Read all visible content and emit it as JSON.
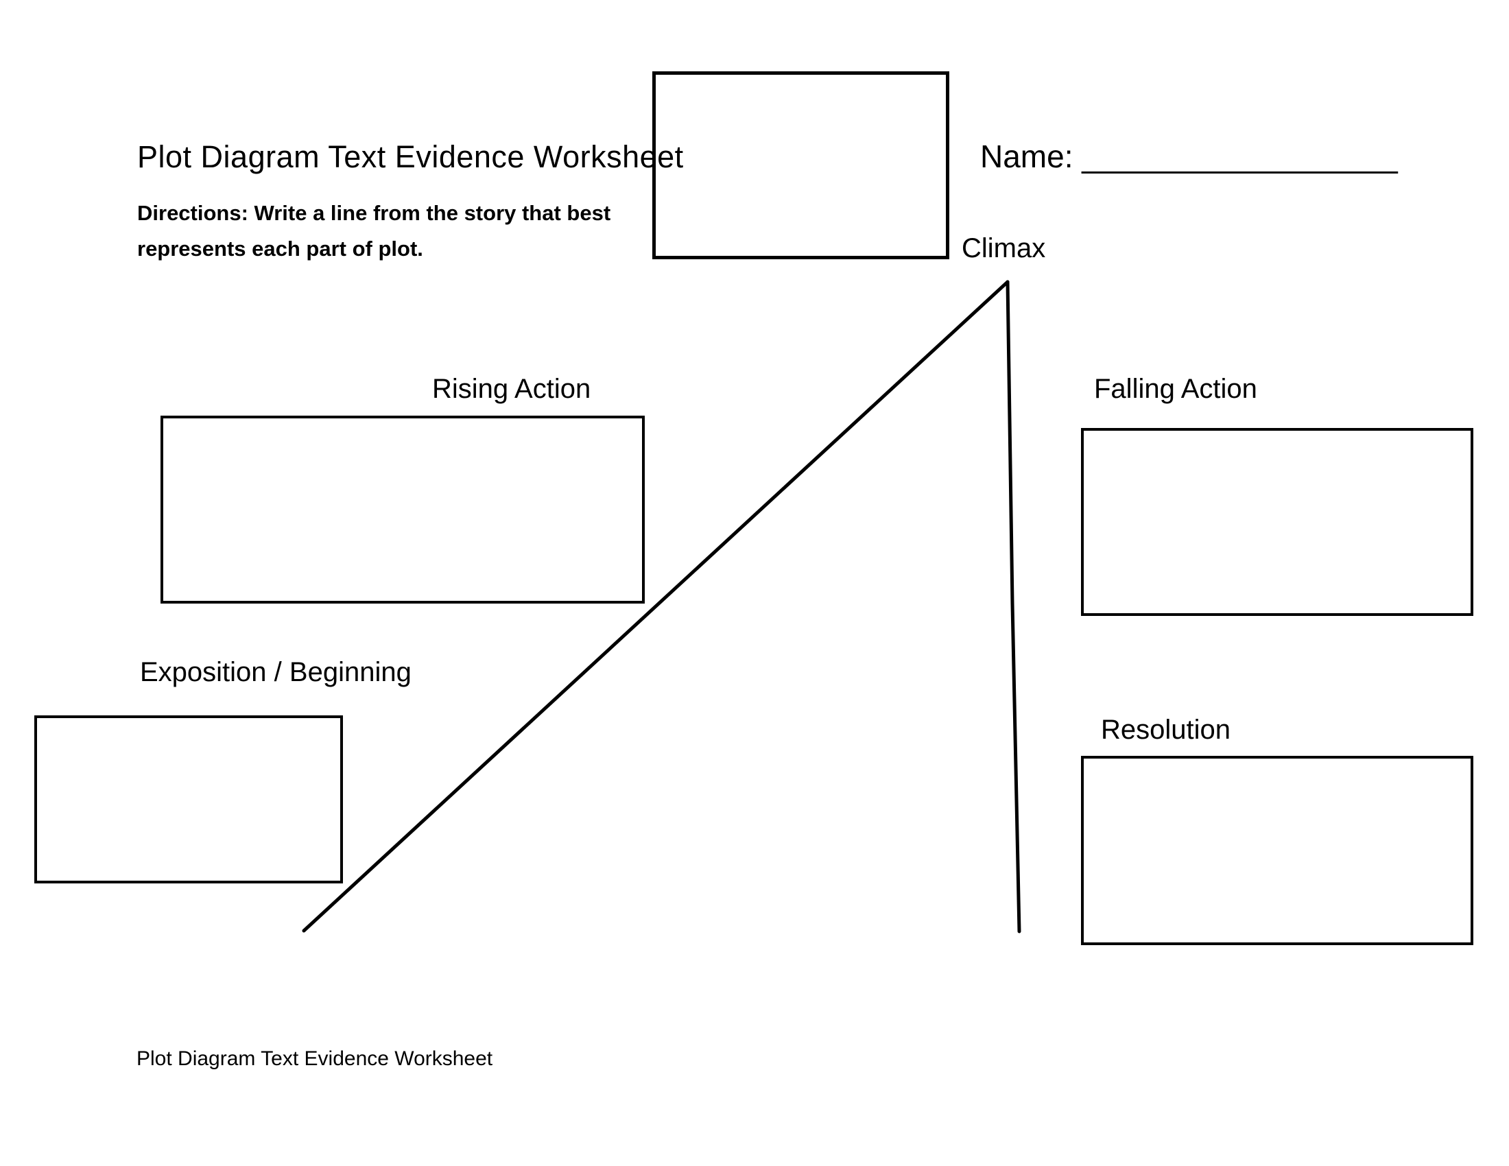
{
  "page": {
    "title": "Plot Diagram Text Evidence Worksheet",
    "name_label": "Name:",
    "name_line": "__________________",
    "directions": {
      "line1": "Directions: Write a line from the story that best",
      "line2": "represents each part of plot."
    },
    "footer": "Plot Diagram Text Evidence Worksheet"
  },
  "diagram": {
    "labels": {
      "climax": "Climax",
      "rising_action": "Rising Action",
      "falling_action": "Falling Action",
      "exposition": "Exposition / Beginning",
      "resolution": "Resolution"
    },
    "colors": {
      "ink": "#000000",
      "paper": "#ffffff"
    }
  }
}
